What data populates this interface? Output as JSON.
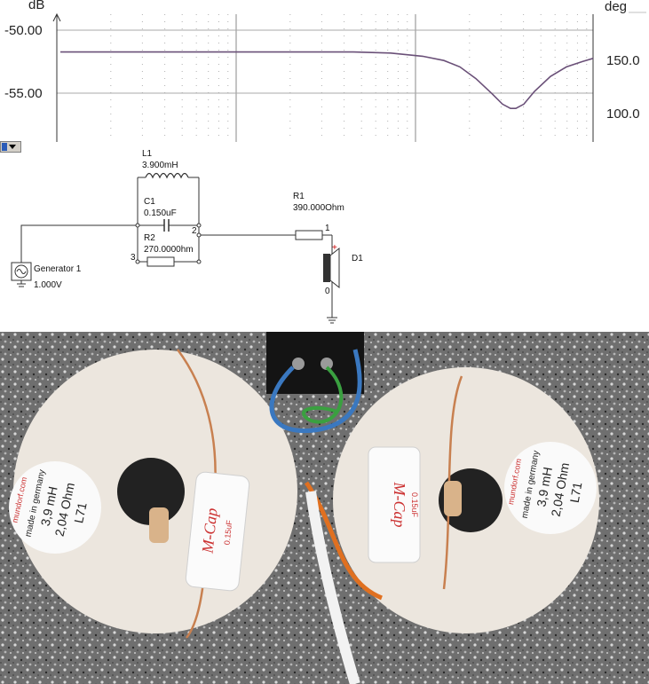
{
  "chart_data": {
    "type": "line",
    "left_axis": {
      "label": "dB",
      "ticks": [
        "-50.00",
        "-55.00"
      ],
      "tick_values": [
        -50,
        -55
      ]
    },
    "right_axis": {
      "label": "deg",
      "ticks": [
        "150.0",
        "100.0"
      ],
      "tick_values": [
        150,
        100
      ]
    },
    "grid": true,
    "series": [
      {
        "axis": "right",
        "points": [
          [
            0.0,
            157
          ],
          [
            0.3,
            157
          ],
          [
            0.55,
            157
          ],
          [
            0.62,
            156
          ],
          [
            0.68,
            153
          ],
          [
            0.72,
            149
          ],
          [
            0.75,
            143
          ],
          [
            0.78,
            132
          ],
          [
            0.81,
            118
          ],
          [
            0.83,
            108
          ],
          [
            0.845,
            104
          ],
          [
            0.855,
            104
          ],
          [
            0.87,
            108
          ],
          [
            0.89,
            120
          ],
          [
            0.92,
            134
          ],
          [
            0.95,
            143
          ],
          [
            0.98,
            148
          ],
          [
            1.0,
            151
          ]
        ]
      }
    ]
  },
  "schematic": {
    "components": {
      "L1": {
        "name": "L1",
        "value": "3.900mH"
      },
      "C1": {
        "name": "C1",
        "value": "0.150uF"
      },
      "R2": {
        "name": "R2",
        "value": "270.0000hm"
      },
      "R1": {
        "name": "R1",
        "value": "390.000Ohm"
      },
      "D1": {
        "name": "D1"
      },
      "G1": {
        "name": "Generator 1",
        "value": "1.000V"
      }
    },
    "nodes": {
      "n1": "1",
      "n2": "2",
      "n3": "3",
      "n0": "0",
      "plus": "+"
    }
  },
  "photo": {
    "coil_labels": [
      {
        "brand": "mundorf.com",
        "line1": "made in germany",
        "line2": "3,9 mH",
        "line3": "2,04 Ohm",
        "line4": "L71"
      },
      {
        "brand": "mundorf.com",
        "line1": "made in germany",
        "line2": "3,9 mH",
        "line3": "2,04 Ohm",
        "line4": "L71"
      }
    ],
    "capacitor_labels": [
      {
        "brand": "M-Cap",
        "value": "0.15uF"
      },
      {
        "brand": "M-Cap",
        "value": "0.15uF"
      }
    ]
  },
  "colors": {
    "curve": "#6a5078",
    "grid": "#9a9a9a",
    "wire": "#333333",
    "granite": "#6b6b6b"
  }
}
